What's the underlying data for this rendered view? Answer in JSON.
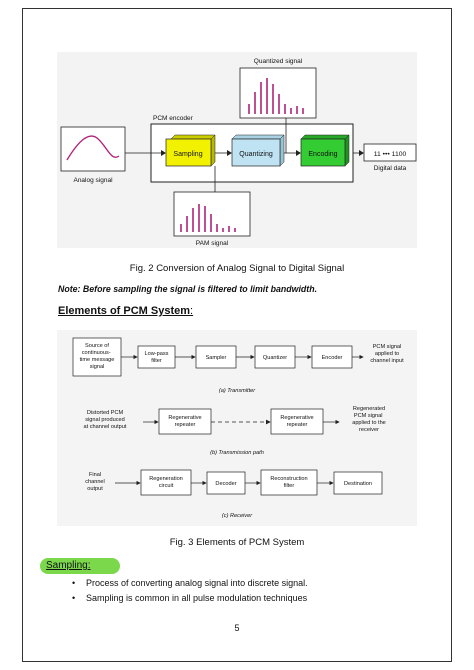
{
  "fig2": {
    "quantized_title": "Quantized signal",
    "encoder_title": "PCM encoder",
    "analog_label": "Analog signal",
    "sampling": "Sampling",
    "quantizing": "Quantizing",
    "encoding": "Encoding",
    "digital_bits": "11 ••• 1100",
    "digital_label": "Digital data",
    "pam_label": "PAM signal",
    "caption": "Fig. 2 Conversion of Analog Signal to Digital Signal"
  },
  "note": "Note: Before sampling the signal is filtered to limit bandwidth.",
  "heading": "Elements of PCM System",
  "heading_colon": ":",
  "fig3": {
    "source": [
      "Source of",
      "continuous-",
      "time message",
      "signal"
    ],
    "lowpass": [
      "Low-pass",
      "filter"
    ],
    "sampler": "Sampler",
    "quantizer": "Quantizer",
    "encoder": "Encoder",
    "pcm_out": [
      "PCM signal",
      "applied to",
      "channel input"
    ],
    "transmitter": "(a) Transmitter",
    "distorted": [
      "Distorted PCM",
      "signal produced",
      "at channel output"
    ],
    "regen_repeater": [
      "Regenerative",
      "repeater"
    ],
    "regenerated": [
      "Regenerated",
      "PCM signal",
      "applied to the",
      "receiver"
    ],
    "transmission": "(b) Transmission path",
    "final": [
      "Final",
      "channel",
      "output"
    ],
    "regen_circuit": [
      "Regeneration",
      "circuit"
    ],
    "decoder": "Decoder",
    "recon": [
      "Reconstruction",
      "filter"
    ],
    "destination": "Destination",
    "receiver": "(c) Receiver",
    "caption": "Fig. 3 Elements of PCM System"
  },
  "sampling_heading": "Sampling:",
  "bullets": [
    "Process of converting analog signal into discrete signal.",
    "Sampling is common in all pulse modulation techniques"
  ],
  "page_number": "5",
  "colors": {
    "highlight": "#7ad84a",
    "sampling_box": "#f2f200",
    "quantizing_box": "#bfe3f3",
    "encoding_box": "#33cc33",
    "signal": "#b0247a"
  }
}
